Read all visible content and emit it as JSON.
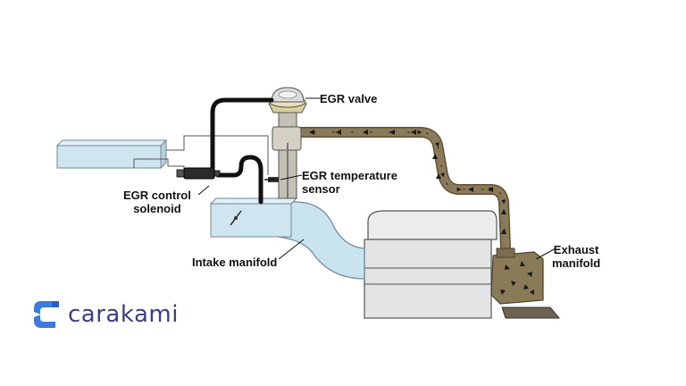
{
  "labels": {
    "egr_valve": "EGR valve",
    "egr_temp_sensor": "EGR temperature\nsensor",
    "egr_control_solenoid": "EGR control\nsolenoid",
    "intake_manifold": "Intake manifold",
    "exhaust_manifold": "Exhaust\nmanifold"
  },
  "brand": {
    "name": "carakami",
    "logo_icon": "c-logo-icon"
  },
  "colors": {
    "exhaust_pipe": "#8a7a58",
    "exhaust_pipe_edge": "#5f5238",
    "intake_air": "#c9e3ef",
    "intake_edge": "#6f8a96",
    "engine": "#e6e6e6",
    "engine_edge": "#555555",
    "valve_body": "#c4c0b4",
    "brand_text": "#3a3f86",
    "brand_logo": "#3b7be0"
  }
}
